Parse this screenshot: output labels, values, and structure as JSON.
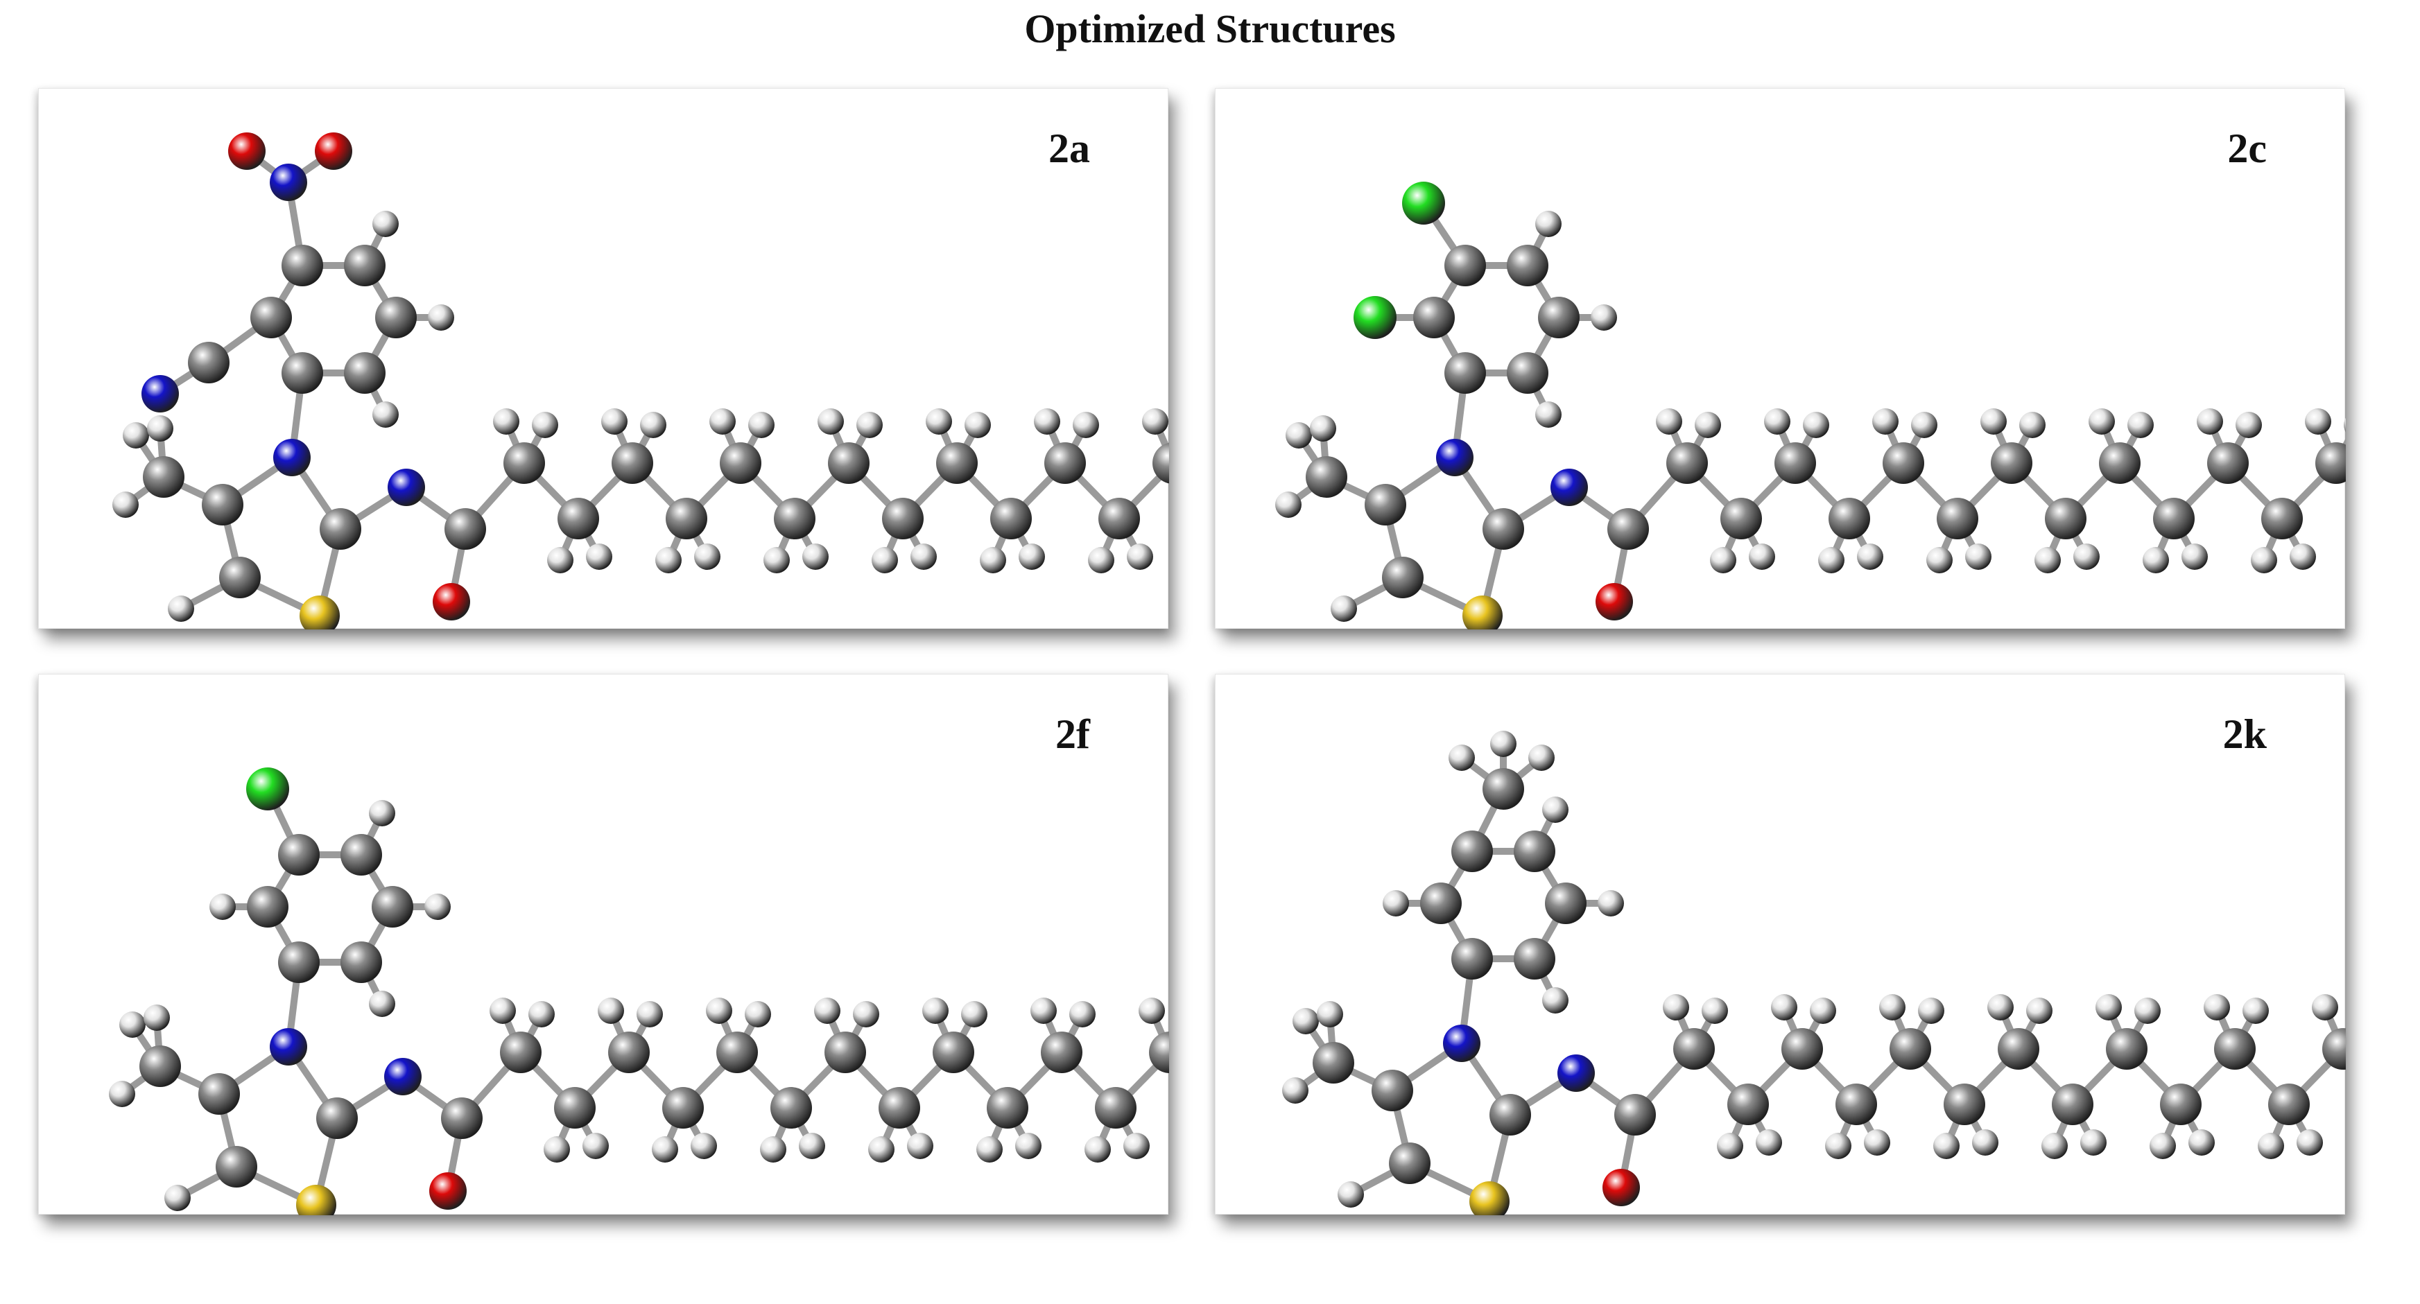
{
  "title": "Optimized Structures",
  "colors": {
    "carbon": "#8a8a8a",
    "hydrogen": "#e4e4e4",
    "nitrogen": "#1414c8",
    "oxygen": "#dd0a0a",
    "sulfur": "#e8c420",
    "chlorine": "#22dd22",
    "bond": "#9a9a9a"
  },
  "panels": [
    {
      "label": "2a",
      "substituent": "nitro-cyano"
    },
    {
      "label": "2c",
      "substituent": "dichloro"
    },
    {
      "label": "2f",
      "substituent": "chloro"
    },
    {
      "label": "2k",
      "substituent": "methyl"
    }
  ]
}
